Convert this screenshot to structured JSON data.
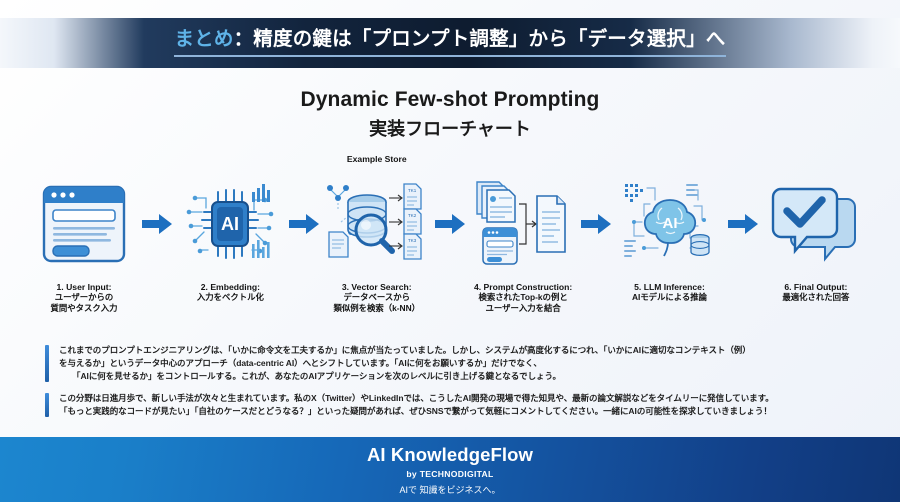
{
  "header": {
    "accent_text": "まとめ",
    "title_rest": "：精度の鍵は「プロンプト調整」から「データ選択」へ",
    "accent_color": "#5fb3e8"
  },
  "flow": {
    "title_en": "Dynamic Few-shot Prompting",
    "title_jp": "実装フローチャート",
    "example_store_label": "Example Store",
    "arrow_color": "#1d6fc0",
    "steps": [
      {
        "icon": "browser-window-icon",
        "caption_en": "1. User Input:",
        "caption_jp_1": "ユーザーからの",
        "caption_jp_2": "質問やタスク入力"
      },
      {
        "icon": "ai-chip-icon",
        "caption_en": "2. Embedding:",
        "caption_jp_1": "入力をベクトル化",
        "caption_jp_2": ""
      },
      {
        "icon": "database-search-icon",
        "caption_en": "3. Vector Search:",
        "caption_jp_1": "データベースから",
        "caption_jp_2": "類似例を検索（k-NN）"
      },
      {
        "icon": "document-stack-icon",
        "caption_en": "4. Prompt Construction:",
        "caption_jp_1": "検索されたTop-kの例と",
        "caption_jp_2": "ユーザー入力を結合"
      },
      {
        "icon": "ai-brain-icon",
        "caption_en": "5. LLM Inference:",
        "caption_jp_1": "AIモデルによる推論",
        "caption_jp_2": ""
      },
      {
        "icon": "speech-bubble-check-icon",
        "caption_en": "6. Final Output:",
        "caption_jp_1": "最適化された回答",
        "caption_jp_2": ""
      }
    ]
  },
  "notes": [
    {
      "line_1": "これまでのプロンプトエンジニアリングは、「いかに命令文を工夫するか」に焦点が当たっていました。しかし、システムが高度化するにつれ、「いかにAIに適切なコンテキスト（例）",
      "line_2": "を与えるか」というデータ中心のアプローチ（data-centric AI）へとシフトしています。「AIに何をお願いするか」だけでなく、",
      "line_3": "「AIに何を見せるか」をコントロールする。これが、あなたのAIアプリケーションを次のレベルに引き上げる鍵となるでしょう。"
    },
    {
      "line_1": "この分野は日進月歩で、新しい手法が次々と生まれています。私のX（Twitter）やLinkedInでは、こうしたAI開発の現場で得た知見や、最新の論文解説などをタイムリーに発信しています。",
      "line_2": "「もっと実践的なコードが見たい」「自社のケースだとどうなる？」といった疑問があれば、ぜひSNSで繋がって気軽にコメントしてください。一緒にAIの可能性を探求していきましょう！",
      "line_3": ""
    }
  ],
  "footer": {
    "brand": "AI KnowledgeFlow",
    "by": "by TECHNODIGITAL",
    "tagline": "AIで 知識をビジネスへ。"
  }
}
